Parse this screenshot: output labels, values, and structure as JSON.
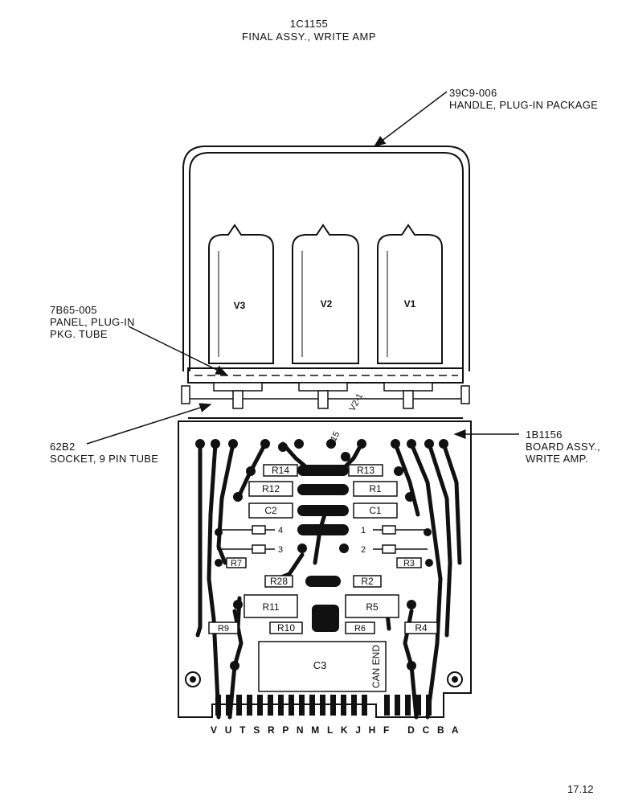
{
  "header": {
    "part_number": "1C1155",
    "title": "FINAL ASSY., WRITE AMP"
  },
  "callouts": {
    "handle": {
      "part": "39C9-006",
      "desc": "HANDLE, PLUG-IN PACKAGE"
    },
    "panel": {
      "part": "7B65-005",
      "line1": "PANEL, PLUG-IN",
      "line2": "PKG. TUBE"
    },
    "socket": {
      "part": "62B2",
      "desc": "SOCKET, 9 PIN TUBE"
    },
    "board": {
      "part": "1B1156",
      "line1": "BOARD ASSY.,",
      "line2": "WRITE AMP."
    }
  },
  "tubes": [
    "V3",
    "V2",
    "V1"
  ],
  "components": {
    "r14": "R14",
    "r13": "R13",
    "r12": "R12",
    "r1": "R1",
    "c2": "C2",
    "c1": "C1",
    "r7": "R7",
    "r3": "R3",
    "r28": "R28",
    "r2": "R2",
    "r11": "R11",
    "r5": "R5",
    "r9": "R9",
    "r10": "R10",
    "r6": "R6",
    "r4": "R4",
    "c3": "C3",
    "can_end": "CAN END",
    "r15": "R15",
    "v2_1": "V2-1",
    "n4": "4",
    "n3": "3",
    "n1": "1",
    "n2": "2"
  },
  "connector_pins": "V U T S R P N M L K J H F   D C B A",
  "page_number": "17.12"
}
